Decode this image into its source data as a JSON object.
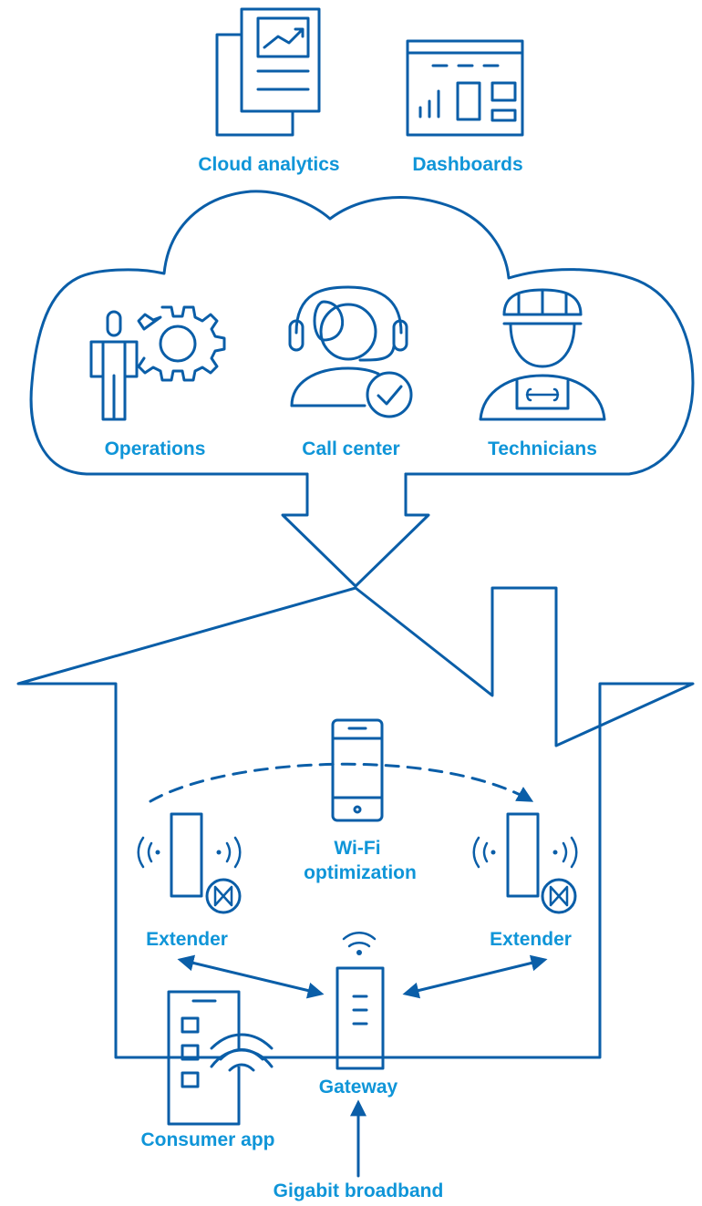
{
  "colors": {
    "line": "#0a5ea8",
    "label": "#0f95d8",
    "background": "#ffffff"
  },
  "labels": {
    "cloud_analytics": "Cloud analytics",
    "dashboards": "Dashboards",
    "operations": "Operations",
    "call_center": "Call center",
    "technicians": "Technicians",
    "wifi_line1": "Wi-Fi",
    "wifi_line2": "optimization",
    "extender_left": "Extender",
    "extender_right": "Extender",
    "gateway": "Gateway",
    "consumer_app": "Consumer app",
    "gigabit": "Gigabit broadband"
  },
  "icons": [
    "report-document-icon",
    "dashboard-icon",
    "person-icon",
    "gear-icon",
    "headset-agent-icon",
    "checkmark-icon",
    "technician-icon",
    "wrench-icon",
    "smartphone-icon",
    "extender-icon",
    "wifi-signal-icon",
    "gateway-icon",
    "consumer-app-icon",
    "arrow-icon"
  ]
}
